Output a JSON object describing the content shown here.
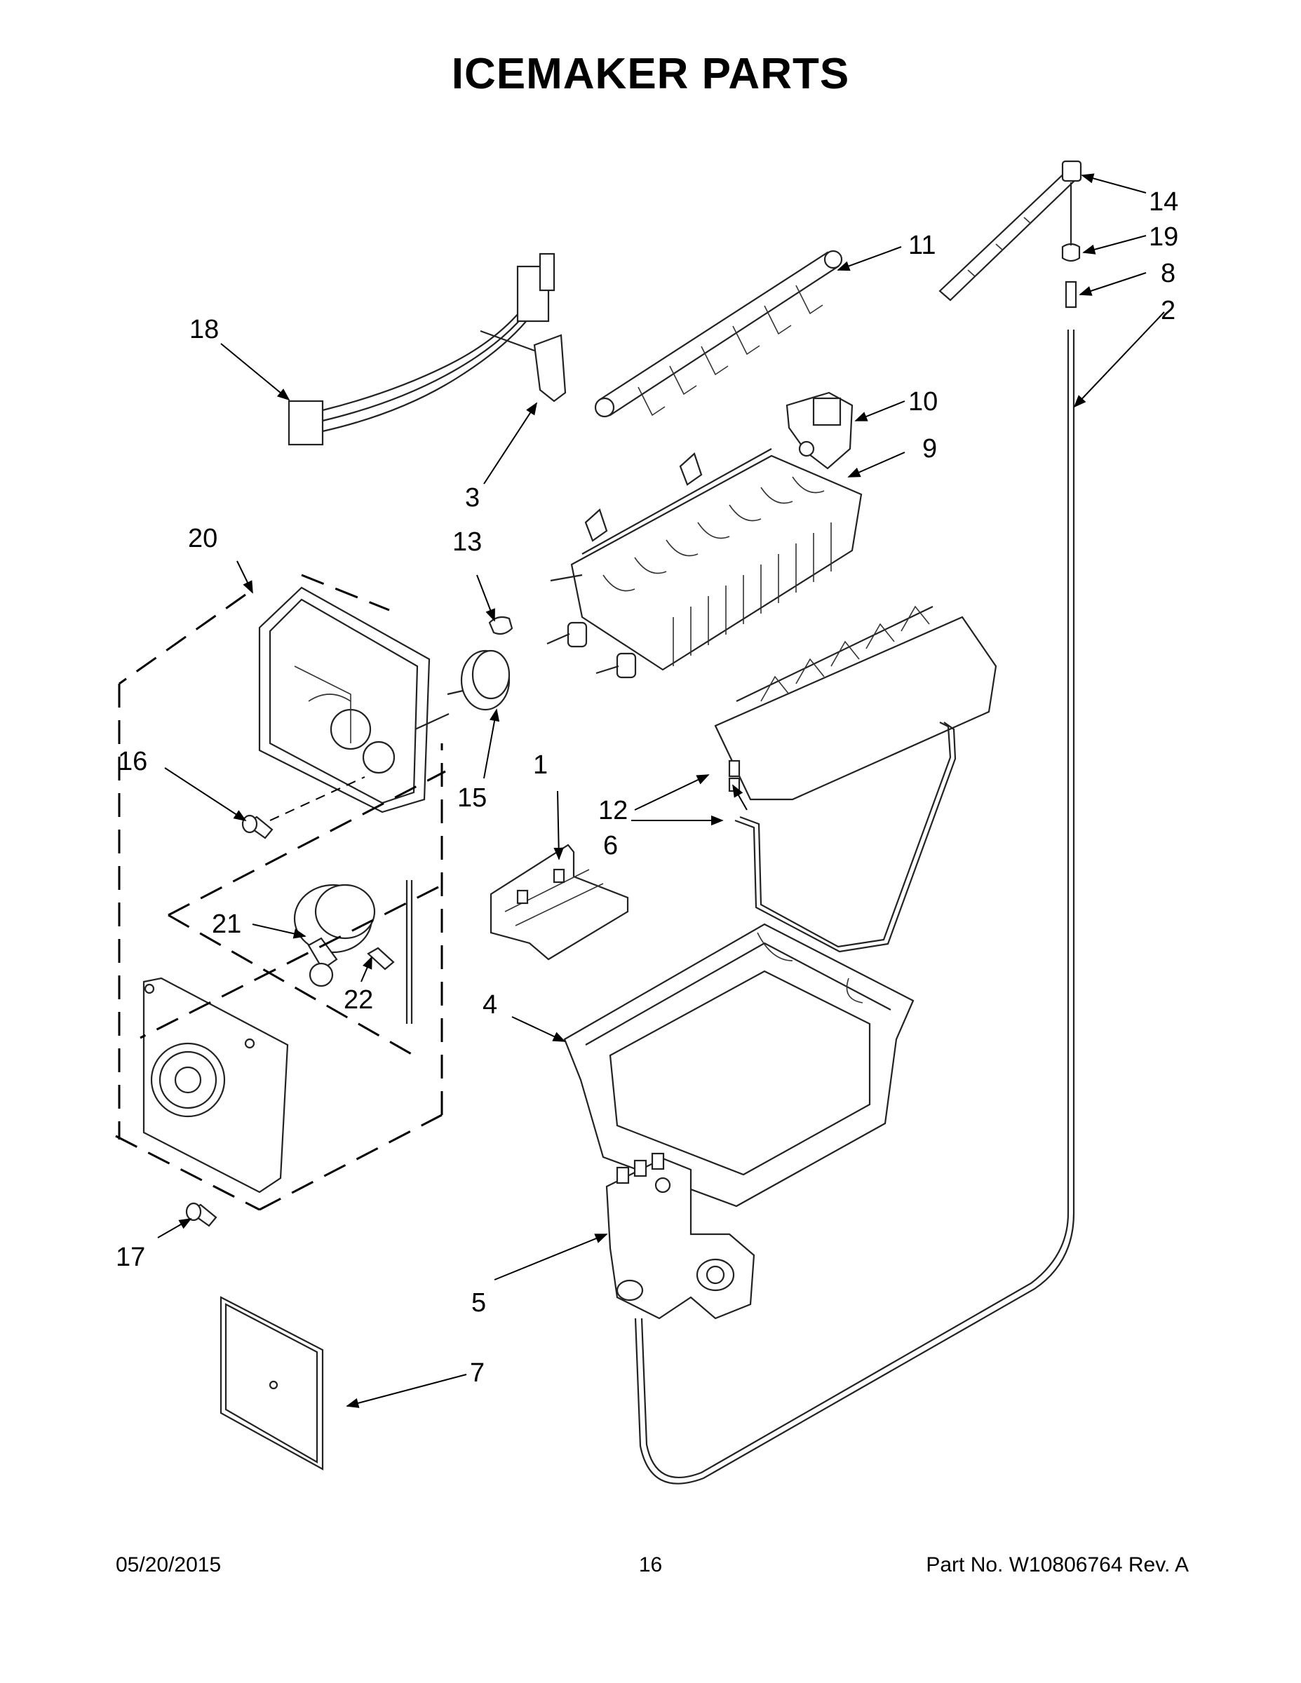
{
  "title": "ICEMAKER PARTS",
  "callouts": {
    "c1": "1",
    "c2": "2",
    "c3": "3",
    "c4": "4",
    "c5": "5",
    "c6": "6",
    "c7": "7",
    "c8": "8",
    "c9": "9",
    "c10": "10",
    "c11": "11",
    "c12": "12",
    "c13": "13",
    "c14": "14",
    "c15": "15",
    "c16": "16",
    "c17": "17",
    "c18": "18",
    "c19": "19",
    "c20": "20",
    "c21": "21",
    "c22": "22"
  },
  "footer": {
    "date": "05/20/2015",
    "page_number": "16",
    "part_number": "Part No.  W10806764  Rev.  A"
  }
}
